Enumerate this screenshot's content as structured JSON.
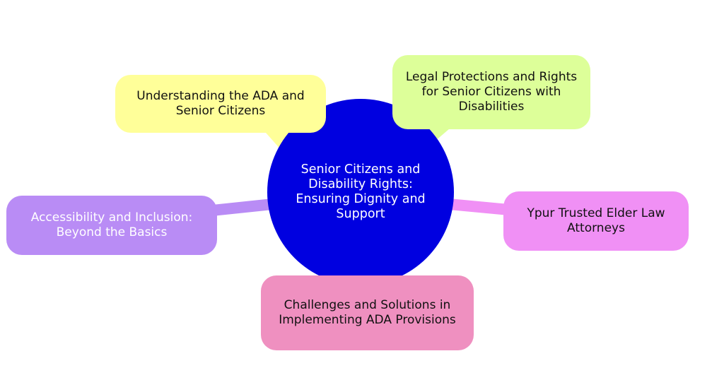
{
  "mindmap": {
    "root": {
      "label": "Senior Citizens and Disability Rights: Ensuring Dignity and Support",
      "color": "#0000e0"
    },
    "branches": [
      {
        "label": "Understanding the ADA and Senior Citizens",
        "color": "#ffff99"
      },
      {
        "label": "Legal Protections and Rights for Senior Citizens with Disabilities",
        "color": "#ddff99"
      },
      {
        "label": "Accessibility and Inclusion: Beyond the Basics",
        "color": "#b98cf5"
      },
      {
        "label": "Ypur Trusted Elder Law Attorneys",
        "color": "#f090f5"
      },
      {
        "label": "Challenges and Solutions in Implementing ADA Provisions",
        "color": "#ef90c0"
      }
    ]
  }
}
